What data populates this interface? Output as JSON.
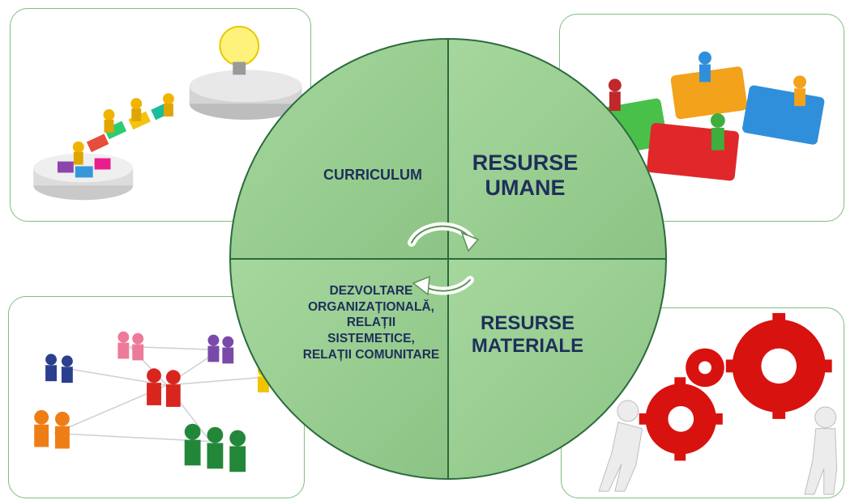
{
  "quadrants": {
    "top_left": {
      "label": "CURRICULUM"
    },
    "top_right": {
      "label": "RESURSE UMANE"
    },
    "bottom_right": {
      "label": "RESURSE MATERIALE"
    },
    "bottom_left": {
      "label": "DEZVOLTARE ORGANIZAȚIONALĂ, RELAȚII SISTEMETICE, RELAȚII COMUNITARE"
    }
  },
  "pictures": {
    "top_left": "people-building-puzzle-path-to-lightbulb-icon",
    "top_right": "people-on-colored-puzzle-pieces-icon",
    "bottom_left": "people-network-icon",
    "bottom_right": "figures-pushing-red-gears-icon"
  },
  "colors": {
    "circle_fill": "#96cb8f",
    "circle_stroke": "#2b6a3d",
    "label_text": "#1f2f5a",
    "card_border": "#7cc07a"
  }
}
